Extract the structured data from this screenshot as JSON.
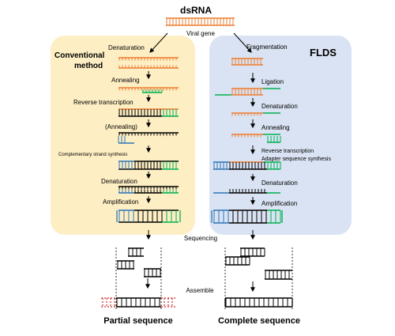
{
  "top": {
    "title": "dsRNA",
    "subtitle": "Viral gene"
  },
  "conventional": {
    "title": "Conventional method",
    "title_line1": "Conventional",
    "title_line2": "method",
    "steps": [
      "Denaturation",
      "Annealing",
      "Reverse transcription",
      "(Annealing)",
      "Complementary strand synthesis",
      "Denaturation",
      "Amplification"
    ],
    "result": "Partial sequence"
  },
  "flds": {
    "title": "FLDS",
    "steps": [
      "Fragmentation",
      "Ligation",
      "Denaturation",
      "Annealing",
      "Reverse transcription",
      "Adapter sequence synthesis",
      "Denaturation",
      "Amplification"
    ],
    "result": "Complete sequence"
  },
  "shared": {
    "sequencing": "Sequencing",
    "assemble": "Assemble"
  },
  "colors": {
    "orange": "#ed7d31",
    "green": "#00b050",
    "blue": "#2e75b6",
    "black": "#000000",
    "red_dashed": "#c00000",
    "conventional_panel": "#fdeec4",
    "flds_panel": "#dae3f3"
  }
}
